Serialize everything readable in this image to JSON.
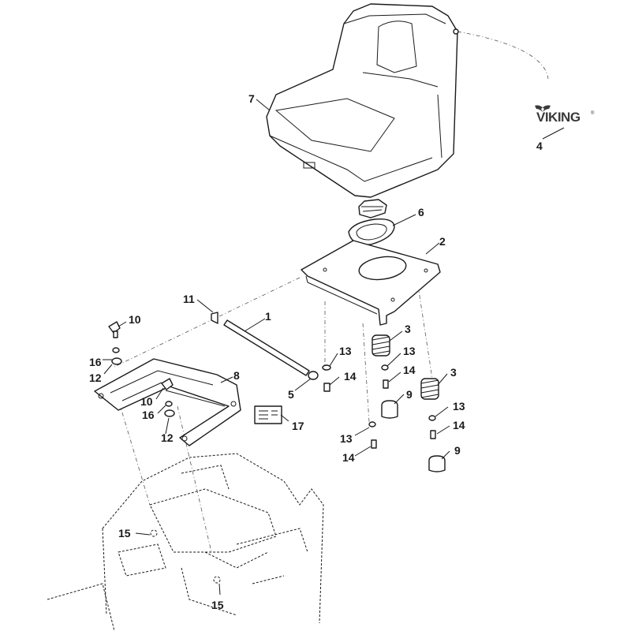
{
  "brand": {
    "logo_text": "VIKING",
    "logo_mark": "®"
  },
  "callouts": {
    "c1": "1",
    "c2": "2",
    "c3a": "3",
    "c3b": "3",
    "c4": "4",
    "c5": "5",
    "c6": "6",
    "c7": "7",
    "c8": "8",
    "c9a": "9",
    "c9b": "9",
    "c10a": "10",
    "c10b": "10",
    "c11": "11",
    "c12a": "12",
    "c12b": "12",
    "c13a": "13",
    "c13b": "13",
    "c13c": "13",
    "c13d": "13",
    "c14a": "14",
    "c14b": "14",
    "c14c": "14",
    "c14d": "14",
    "c15a": "15",
    "c15b": "15",
    "c16a": "16",
    "c16b": "16",
    "c17": "17"
  },
  "colors": {
    "line": "#1a1a1a",
    "logo": "#3a3a3a",
    "background": "#ffffff"
  }
}
